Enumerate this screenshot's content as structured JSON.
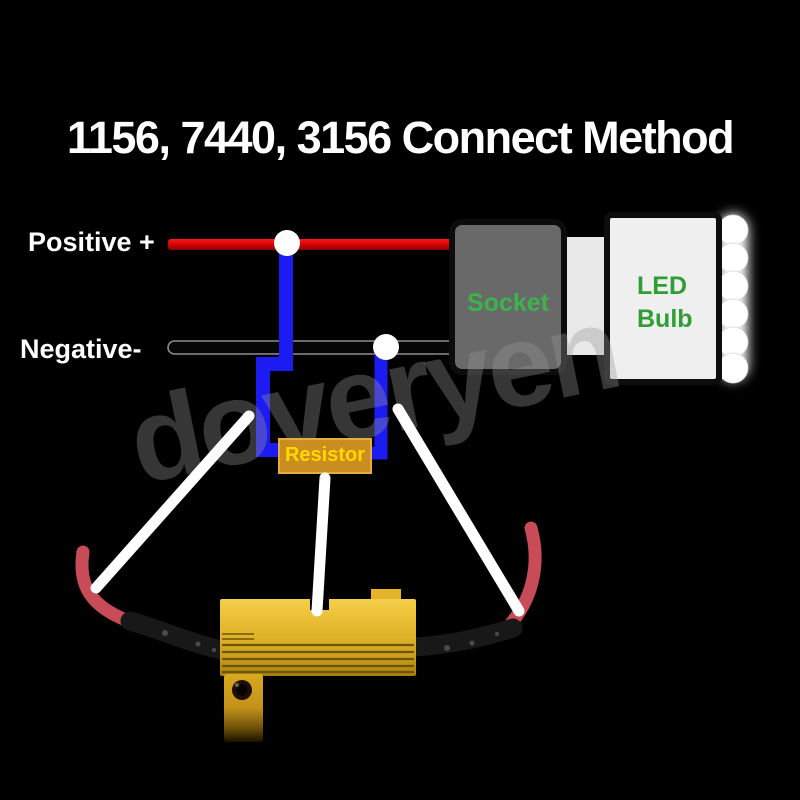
{
  "title": "1156, 7440, 3156 Connect Method",
  "labels": {
    "positive": "Positive +",
    "negative": "Negative-",
    "socket": "Socket",
    "led_line1": "LED",
    "led_line2": "Bulb",
    "resistor": "Resistor"
  },
  "watermark": "doveryen",
  "diagram": {
    "connection_node_count": 2,
    "led_emitter_count": 6,
    "pointer_line_count": 3
  },
  "colors": {
    "background": "#000000",
    "title_text": "#ffffff",
    "positive_wire": "#d90505",
    "negative_wire": "#060606",
    "negative_wire_outline": "#8d8d8d",
    "jumper_wire_blue": "#1c1cf2",
    "socket_body": "#696969",
    "socket_label_green": "#3bb54a",
    "bulb_body": "#efefef",
    "led_label_green": "#2f9e35",
    "resistor_box_gold": "#ca8e20",
    "resistor_label_yellow": "#ffd800",
    "pointer_arrow": "#ffffff",
    "photo_resistor_gold": "#dcae25",
    "photo_wire_red": "#c84b58",
    "photo_wire_black": "#181818"
  }
}
